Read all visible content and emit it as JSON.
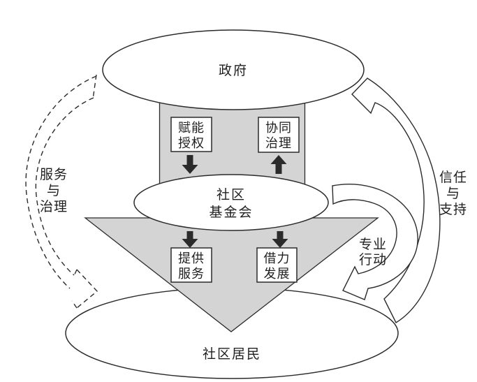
{
  "diagram": {
    "nodes": {
      "government": {
        "label": "政府"
      },
      "community_foundation": {
        "lines": [
          "社区",
          "基金会"
        ]
      },
      "community_residents": {
        "label": "社区居民"
      }
    },
    "mechanism_boxes": {
      "empowerment": {
        "lines": [
          "赋能",
          "授权"
        ]
      },
      "co_governance": {
        "lines": [
          "协同",
          "治理"
        ]
      },
      "provide_services": {
        "lines": [
          "提供",
          "服务"
        ]
      },
      "leverage_development": {
        "lines": [
          "借力",
          "发展"
        ]
      }
    },
    "relation_labels": {
      "service_and_governance": {
        "lines": [
          "服务",
          "与",
          "治理"
        ]
      },
      "trust_and_support": {
        "lines": [
          "信任",
          "与",
          "支持"
        ]
      },
      "professional_action": {
        "lines": [
          "专业",
          "行动"
        ]
      }
    },
    "colors": {
      "fill_gray": "#d4d4d4",
      "line": "#2b2b2b",
      "node_fill": "#ffffff",
      "text": "#1f1f1f"
    }
  }
}
